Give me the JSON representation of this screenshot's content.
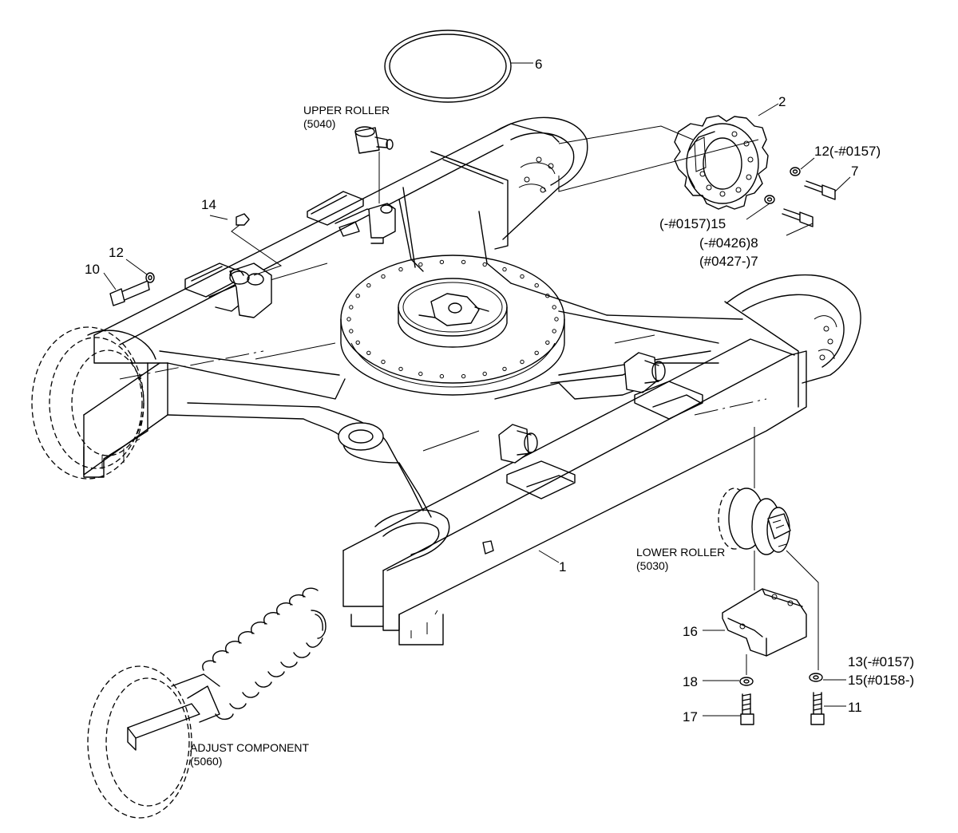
{
  "parts": {
    "p1": "1",
    "p2": "2",
    "p6": "6",
    "p7a": "7",
    "p7b": "(#0427-)7",
    "p8": "(-#0426)8",
    "p10": "10",
    "p11": "11",
    "p12a": "12",
    "p12b": "12(-#0157)",
    "p13": "13(-#0157)",
    "p14": "14",
    "p15a": "(-#0157)15",
    "p15b": "15(#0158-)",
    "p16": "16",
    "p17": "17",
    "p18": "18"
  },
  "assemblies": {
    "upper_roller": {
      "name": "UPPER ROLLER",
      "code": "(5040)"
    },
    "lower_roller": {
      "name": "LOWER ROLLER",
      "code": "(5030)"
    },
    "adjust_component": {
      "name": "ADJUST COMPONENT",
      "code": "(5060)"
    }
  }
}
